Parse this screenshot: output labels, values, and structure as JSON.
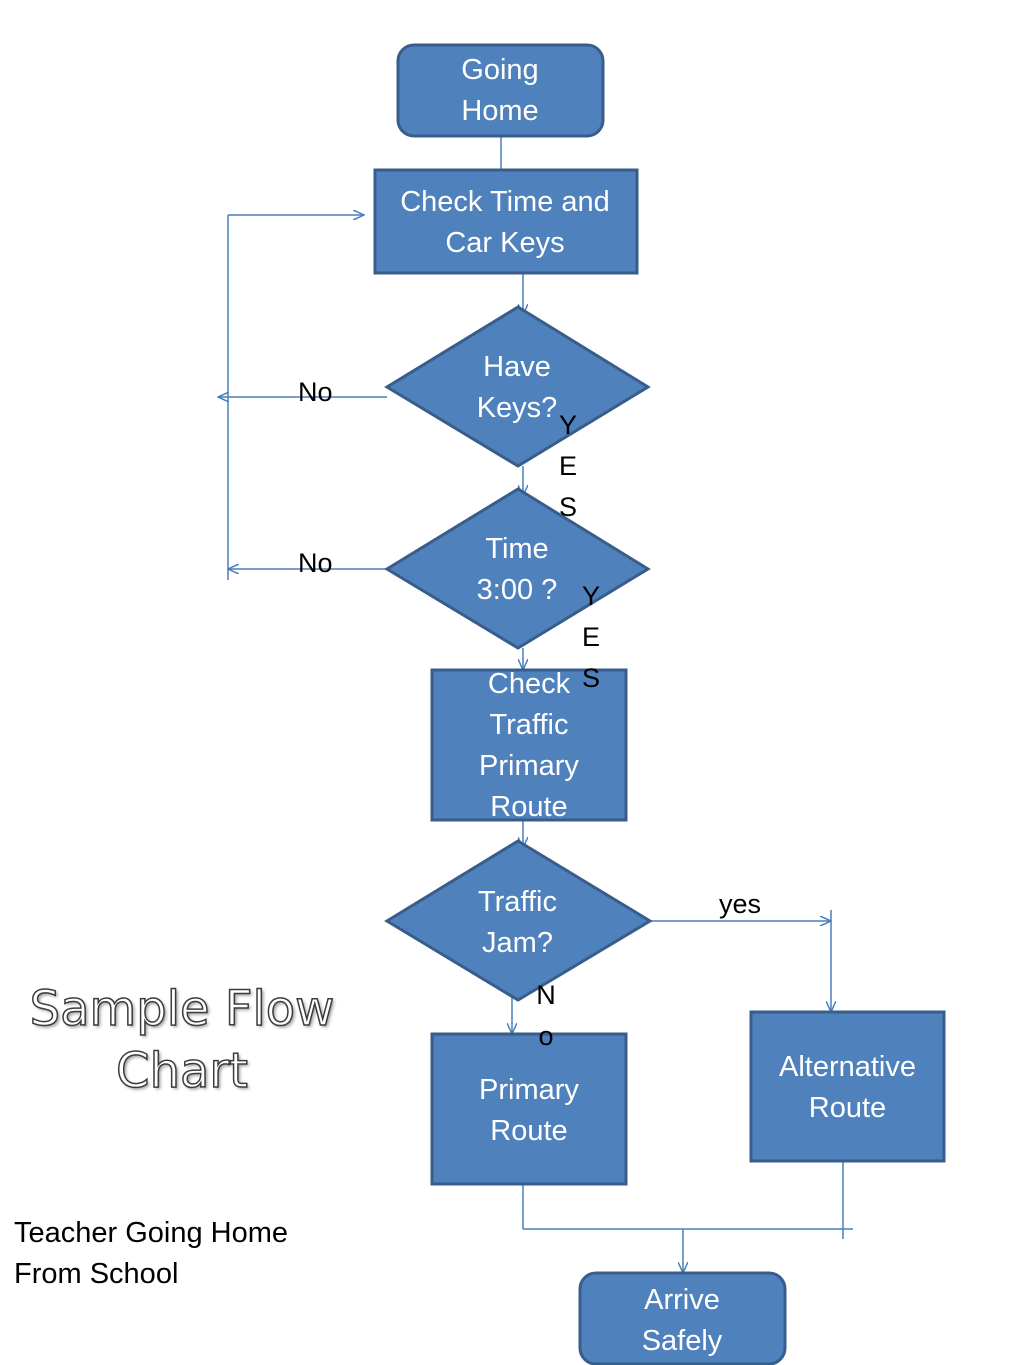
{
  "title": "Sample Flow Chart",
  "caption": "Teacher Going Home From School",
  "colors": {
    "node_fill": "#4f81bd",
    "node_stroke": "#385d8a",
    "connector": "#4a7ebb",
    "node_text": "#ffffff",
    "label_text": "#000000"
  },
  "nodes": {
    "start": "Going Home",
    "check_time_keys": "Check Time and Car Keys",
    "have_keys": "Have Keys?",
    "time_check": "Time 3:00 ?",
    "check_traffic": "Check Traffic Primary Route",
    "traffic_jam": "Traffic Jam?",
    "primary_route": "Primary Route",
    "alternative_route": "Alternative Route",
    "arrive": "Arrive Safely"
  },
  "edge_labels": {
    "keys_no": "No",
    "keys_yes": "YES",
    "time_no": "No",
    "time_yes": "YES",
    "jam_yes": "yes",
    "jam_no": "No"
  }
}
